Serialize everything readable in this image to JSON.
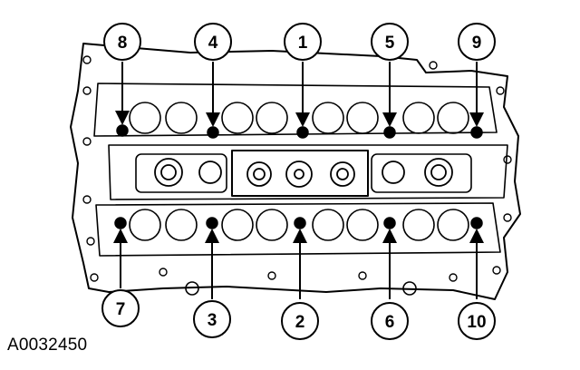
{
  "figure_id": "A0032450",
  "callouts": {
    "top": [
      "8",
      "4",
      "1",
      "5",
      "9"
    ],
    "bottom": [
      "7",
      "3",
      "2",
      "6",
      "10"
    ]
  },
  "colors": {
    "ink": "#000000",
    "paper": "#ffffff"
  }
}
